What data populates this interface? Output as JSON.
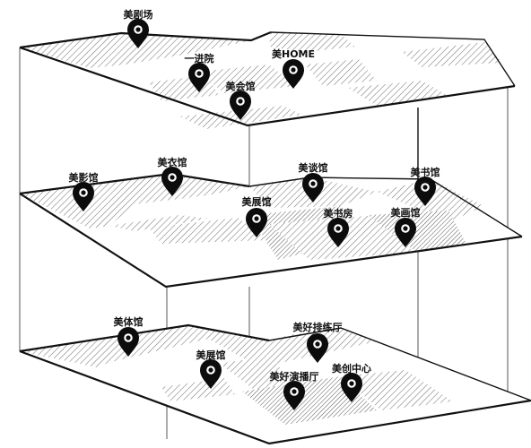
{
  "floors": [
    {
      "id": "top",
      "locations": [
        {
          "key": "theater",
          "label": "美剧场"
        },
        {
          "key": "courtyard",
          "label": "一进院"
        },
        {
          "key": "home",
          "label": "美HOME"
        },
        {
          "key": "club",
          "label": "美会馆"
        }
      ]
    },
    {
      "id": "middle",
      "locations": [
        {
          "key": "cinema",
          "label": "美影馆"
        },
        {
          "key": "wardrobe",
          "label": "美衣馆"
        },
        {
          "key": "talk",
          "label": "美谈馆"
        },
        {
          "key": "library",
          "label": "美书馆"
        },
        {
          "key": "exhibition",
          "label": "美展馆"
        },
        {
          "key": "bookroom",
          "label": "美书房"
        },
        {
          "key": "gallery",
          "label": "美画馆"
        }
      ]
    },
    {
      "id": "bottom",
      "locations": [
        {
          "key": "sports",
          "label": "美体馆"
        },
        {
          "key": "hall",
          "label": "美好排练厅"
        },
        {
          "key": "exhibition2",
          "label": "美展馆"
        },
        {
          "key": "performance",
          "label": "美好演播厅"
        },
        {
          "key": "creative",
          "label": "美创中心"
        }
      ]
    }
  ],
  "icon": "map-pin-icon",
  "colors": {
    "ink": "#111111",
    "pin": "#0c0c0c",
    "background": "#ffffff"
  }
}
